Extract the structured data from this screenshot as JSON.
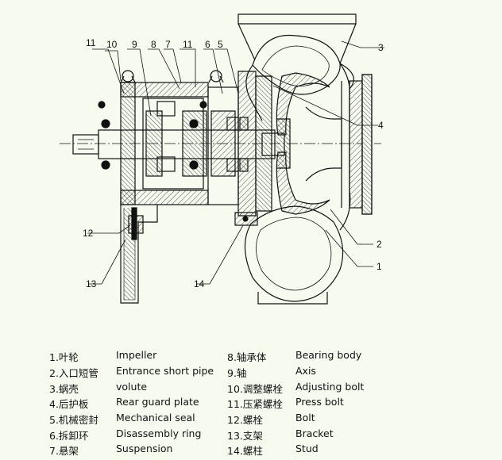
{
  "callouts": {
    "c11a": "11",
    "c10": "10",
    "c9": "9",
    "c8": "8",
    "c7": "7",
    "c11b": "11",
    "c6": "6",
    "c5": "5",
    "c3": "3",
    "c4": "4",
    "c2": "2",
    "c1": "1",
    "c12": "12",
    "c13": "13",
    "c14": "14"
  },
  "legend": {
    "left": [
      {
        "cn": "1.叶轮",
        "en": "Impeller"
      },
      {
        "cn": "2.入口短管",
        "en": "Entrance short pipe"
      },
      {
        "cn": "3.蜗壳",
        "en": "volute"
      },
      {
        "cn": "4.后护板",
        "en": "Rear guard plate"
      },
      {
        "cn": "5.机械密封",
        "en": "Mechanical seal"
      },
      {
        "cn": "6.拆卸环",
        "en": "Disassembly ring"
      },
      {
        "cn": "7.悬架",
        "en": "Suspension"
      }
    ],
    "right": [
      {
        "cn": "8.轴承体",
        "en": "Bearing body"
      },
      {
        "cn": "9.轴",
        "en": "Axis"
      },
      {
        "cn": "10.调整螺栓",
        "en": "Adjusting bolt"
      },
      {
        "cn": "11.压紧螺栓",
        "en": "Press bolt"
      },
      {
        "cn": "12.螺栓",
        "en": "Bolt"
      },
      {
        "cn": "13.支架",
        "en": "Bracket"
      },
      {
        "cn": "14.螺柱",
        "en": "Stud"
      }
    ]
  }
}
